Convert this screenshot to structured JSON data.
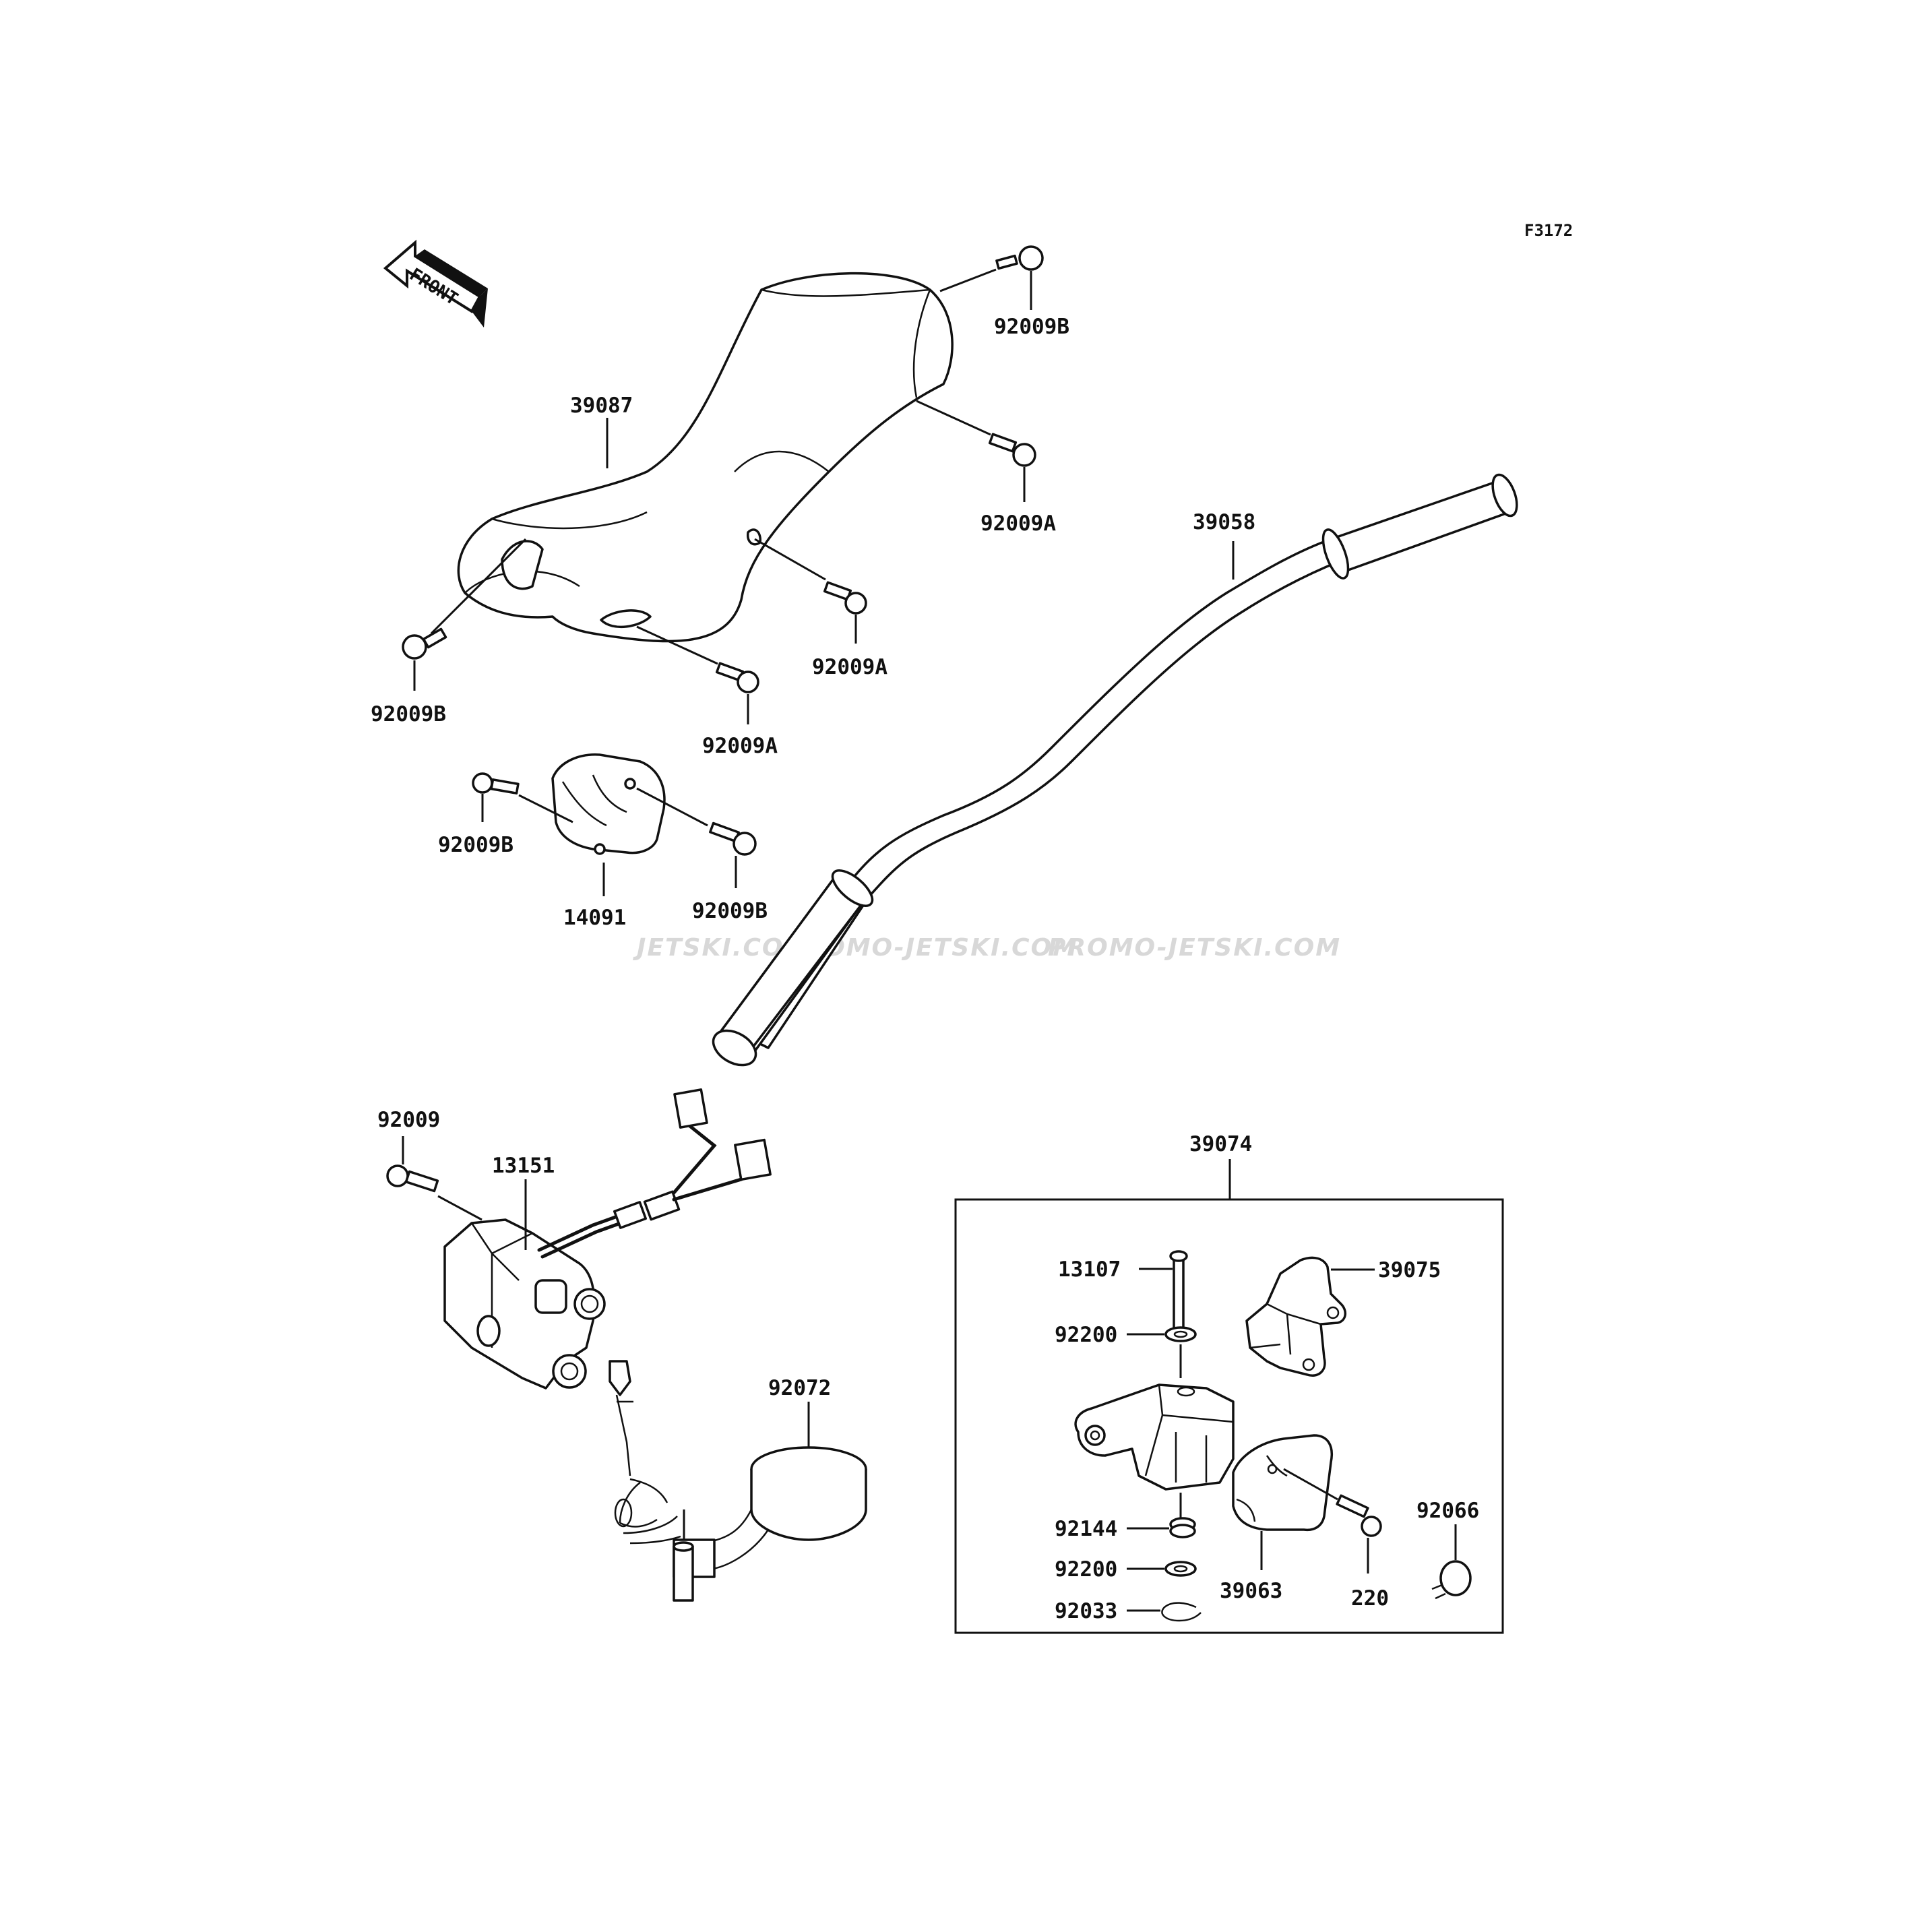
{
  "figure_code": "F3172",
  "front_arrow_text": "FRONT",
  "watermark": {
    "segments": [
      "JETSKI.COM",
      "PROMO-JETSKI.COM",
      "PROMO-JETSKI.COM"
    ]
  },
  "parts": {
    "handlebar_pad": "39087",
    "handlebar": "39058",
    "switch_cover": "14091",
    "switch_housing": "13151",
    "lanyard_holder": "92072",
    "lever_assembly": "39074",
    "assembly_pin": "13107",
    "lever_bracket": "39075",
    "lever_cover": "39063",
    "cap": "92066",
    "assembly_screw": "220"
  },
  "fasteners": {
    "pad_top_screw": "92009B",
    "pad_right_screw": "92009A",
    "pad_left_screw": "92009B",
    "pad_mid_screw": "92009A",
    "pad_bottom_screw": "92009A",
    "cover_left_screw": "92009B",
    "cover_right_screw": "92009B",
    "housing_screw": "92009",
    "washer_upper": "92200",
    "spring": "92144",
    "washer_lower": "92200",
    "clip": "92033"
  }
}
